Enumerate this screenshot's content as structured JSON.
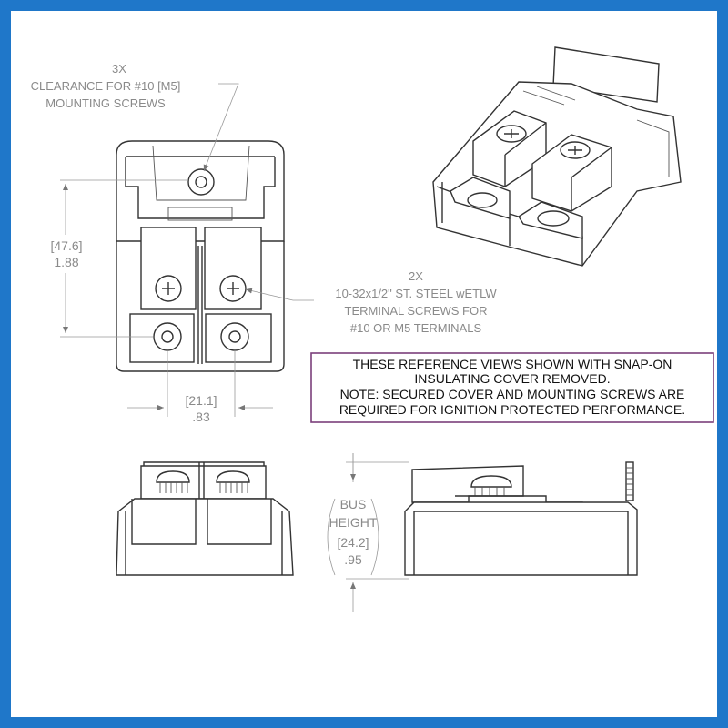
{
  "frame_color": "#1f77c9",
  "note_border_color": "#7b3f7b",
  "callouts": {
    "mounting": {
      "qty": "3X",
      "line1": "CLEARANCE FOR #10 [M5]",
      "line2": "MOUNTING SCREWS"
    },
    "terminal": {
      "qty": "2X",
      "line1": "10-32x1/2\"  ST. STEEL wETLW",
      "line2": "TERMINAL SCREWS FOR",
      "line3": "#10 OR M5 TERMINALS"
    }
  },
  "dims": {
    "height_mm": "[47.6]",
    "height_in": "1.88",
    "spacing_mm": "[21.1]",
    "spacing_in": ".83",
    "bus_label_1": "BUS",
    "bus_label_2": "HEIGHT",
    "bus_mm": "[24.2]",
    "bus_in": ".95"
  },
  "note": {
    "line1": "THESE REFERENCE VIEWS SHOWN WITH SNAP-ON",
    "line2": "INSULATING COVER REMOVED.",
    "line3": "NOTE: SECURED COVER AND MOUNTING SCREWS ARE",
    "line4": "REQUIRED FOR IGNITION PROTECTED PERFORMANCE."
  }
}
